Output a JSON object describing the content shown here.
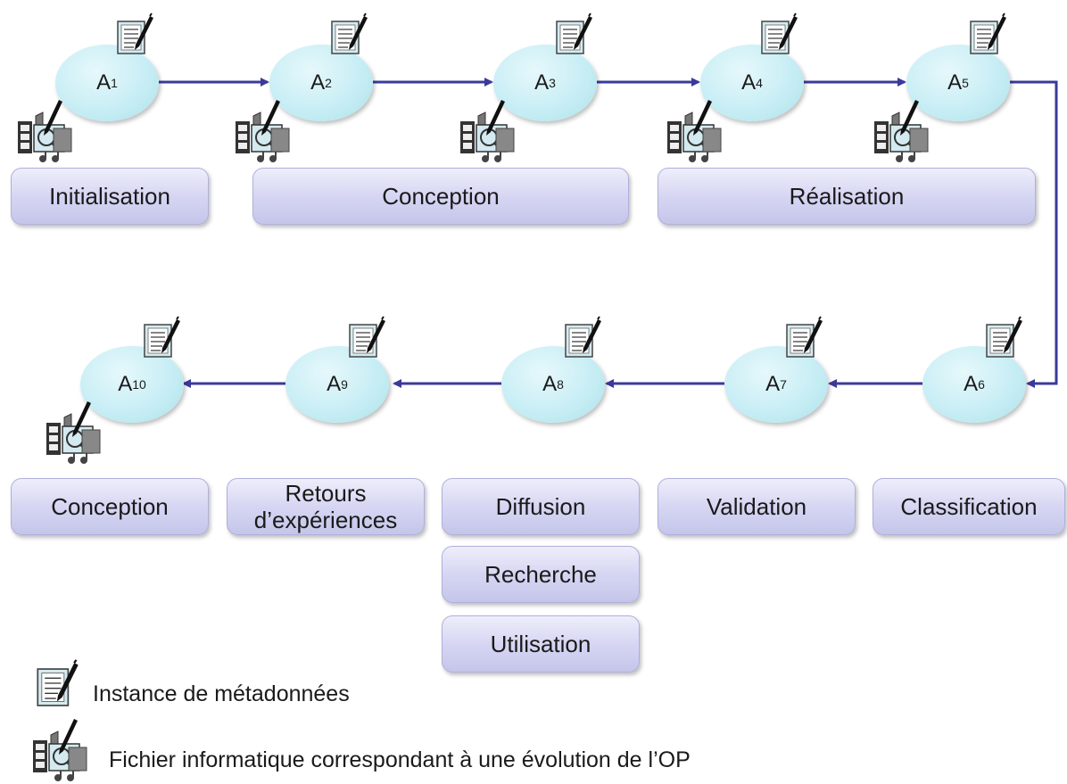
{
  "nodes": [
    {
      "id": "1",
      "label": "A",
      "sub": "1"
    },
    {
      "id": "2",
      "label": "A",
      "sub": "2"
    },
    {
      "id": "3",
      "label": "A",
      "sub": "3"
    },
    {
      "id": "4",
      "label": "A",
      "sub": "4"
    },
    {
      "id": "5",
      "label": "A",
      "sub": "5"
    },
    {
      "id": "6",
      "label": "A",
      "sub": "6"
    },
    {
      "id": "7",
      "label": "A",
      "sub": "7"
    },
    {
      "id": "8",
      "label": "A",
      "sub": "8"
    },
    {
      "id": "9",
      "label": "A",
      "sub": "9"
    },
    {
      "id": "10",
      "label": "A",
      "sub": "10"
    }
  ],
  "phases": {
    "initialisation": "Initialisation",
    "conception_top": "Conception",
    "realisation": "Réalisation",
    "conception_bottom": "Conception",
    "retours_line1": "Retours",
    "retours_line2": "d’expériences",
    "diffusion": "Diffusion",
    "recherche": "Recherche",
    "utilisation": "Utilisation",
    "validation": "Validation",
    "classification": "Classification"
  },
  "legend": {
    "metadata_icon": "notepad-pen-icon",
    "metadata_text": "Instance de métadonnées",
    "file_icon": "multimedia-file-icon",
    "file_text": "Fichier informatique correspondant à une évolution de l’OP"
  },
  "colors": {
    "arrow": "#3a3a9a",
    "node_fill": "#c8eef5",
    "phase_fill": "#d6d6f3"
  }
}
